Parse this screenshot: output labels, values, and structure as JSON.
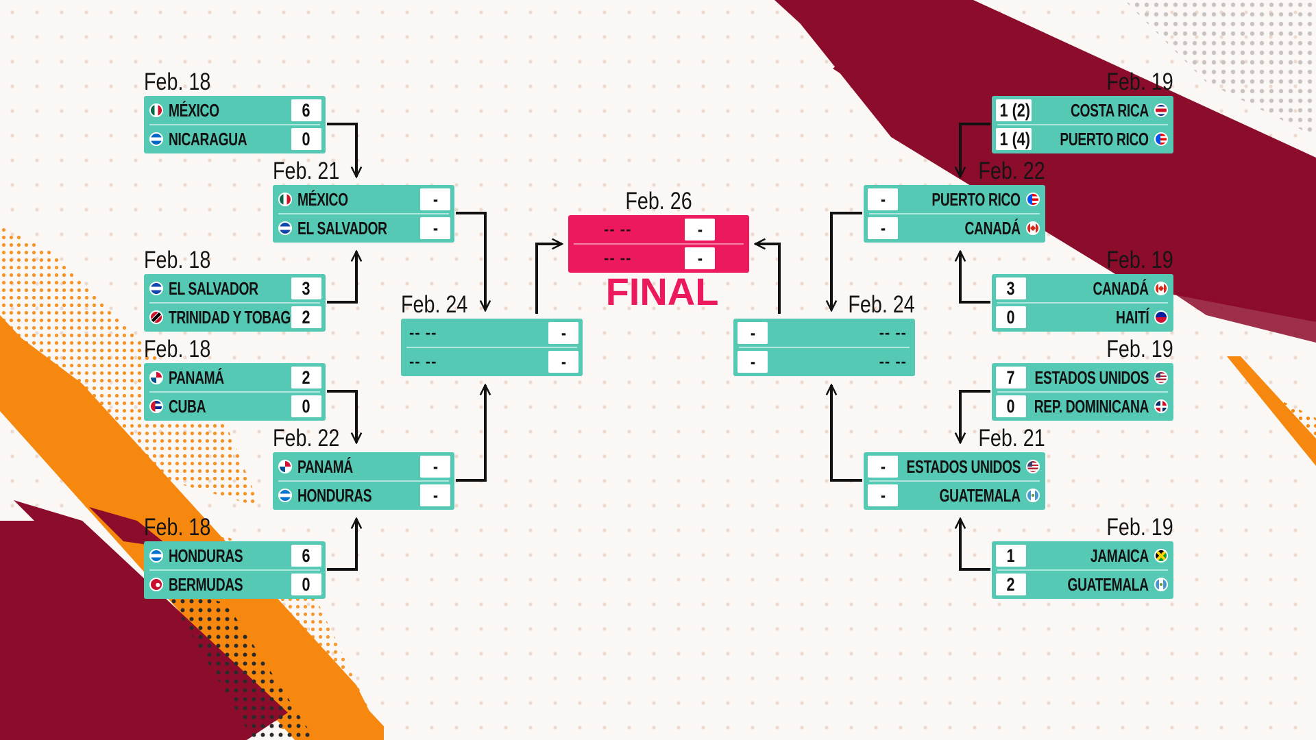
{
  "final": {
    "date": "Feb. 26",
    "label": "FINAL",
    "team1": "-- --",
    "score1": "-",
    "team2": "-- --",
    "score2": "-"
  },
  "left": {
    "q1": {
      "date": "Feb. 18",
      "team1": "MÉXICO",
      "score1": "6",
      "team2": "NICARAGUA",
      "score2": "0"
    },
    "q2": {
      "date": "Feb. 18",
      "team1": "EL SALVADOR",
      "score1": "3",
      "team2": "TRINIDAD Y TOBAGO",
      "score2": "2"
    },
    "q3": {
      "date": "Feb. 18",
      "team1": "PANAMÁ",
      "score1": "2",
      "team2": "CUBA",
      "score2": "0"
    },
    "q4": {
      "date": "Feb. 18",
      "team1": "HONDURAS",
      "score1": "6",
      "team2": "BERMUDAS",
      "score2": "0"
    },
    "r1": {
      "date": "Feb. 21",
      "team1": "MÉXICO",
      "score1": "-",
      "team2": "EL SALVADOR",
      "score2": "-"
    },
    "r2": {
      "date": "Feb. 22",
      "team1": "PANAMÁ",
      "score1": "-",
      "team2": "HONDURAS",
      "score2": "-"
    },
    "semi": {
      "date": "Feb. 24",
      "team1": "-- --",
      "score1": "-",
      "team2": "-- --",
      "score2": "-"
    }
  },
  "right": {
    "q1": {
      "date": "Feb. 19",
      "team1": "COSTA RICA",
      "score1": "1 (2)",
      "team2": "PUERTO RICO",
      "score2": "1 (4)"
    },
    "q2": {
      "date": "Feb. 19",
      "team1": "CANADÁ",
      "score1": "3",
      "team2": "HAITÍ",
      "score2": "0"
    },
    "q3": {
      "date": "Feb. 19",
      "team1": "ESTADOS UNIDOS",
      "score1": "7",
      "team2": "REP. DOMINICANA",
      "score2": "0"
    },
    "q4": {
      "date": "Feb. 19",
      "team1": "JAMAICA",
      "score1": "1",
      "team2": "GUATEMALA",
      "score2": "2"
    },
    "r1": {
      "date": "Feb. 22",
      "team1": "PUERTO RICO",
      "score1": "-",
      "team2": "CANADÁ",
      "score2": "-"
    },
    "r2": {
      "date": "Feb. 21",
      "team1": "ESTADOS UNIDOS",
      "score1": "-",
      "team2": "GUATEMALA",
      "score2": "-"
    },
    "semi": {
      "date": "Feb. 24",
      "team1": "-- --",
      "score1": "-",
      "team2": "-- --",
      "score2": "-"
    }
  },
  "colors": {
    "box": "#56c9b4",
    "final_box": "#ec1a5d",
    "final_text": "#ec1a5d",
    "stripe_red": "#8c0c2c",
    "stripe_orange": "#f7880f",
    "connector": "#111111"
  },
  "flags": {
    "MÉXICO": "mexico-flag-icon",
    "NICARAGUA": "nicaragua-flag-icon",
    "EL SALVADOR": "el-salvador-flag-icon",
    "TRINIDAD Y TOBAGO": "trinidad-flag-icon",
    "PANAMÁ": "panama-flag-icon",
    "CUBA": "cuba-flag-icon",
    "HONDURAS": "honduras-flag-icon",
    "BERMUDAS": "bermuda-flag-icon",
    "COSTA RICA": "costa-rica-flag-icon",
    "PUERTO RICO": "puerto-rico-flag-icon",
    "CANADÁ": "canada-flag-icon",
    "HAITÍ": "haiti-flag-icon",
    "ESTADOS UNIDOS": "usa-flag-icon",
    "REP. DOMINICANA": "dominican-republic-flag-icon",
    "JAMAICA": "jamaica-flag-icon",
    "GUATEMALA": "guatemala-flag-icon"
  }
}
